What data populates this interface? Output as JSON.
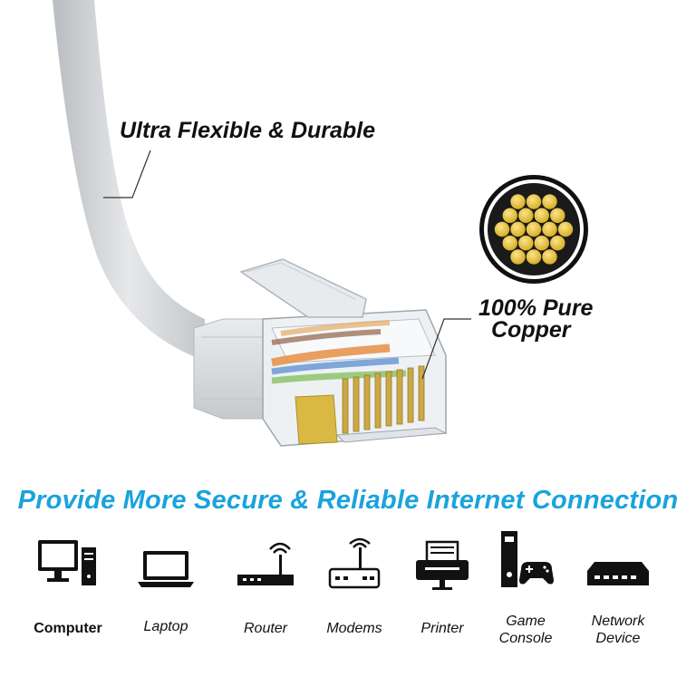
{
  "callouts": {
    "flexible": "Ultra Flexible & Durable",
    "copper_line1": "100% Pure",
    "copper_line2": "Copper"
  },
  "tagline": "Provide More Secure & Reliable Internet Connection",
  "devices": [
    {
      "icon": "computer-icon",
      "label": "Computer"
    },
    {
      "icon": "laptop-icon",
      "label": "Laptop"
    },
    {
      "icon": "router-icon",
      "label": "Router"
    },
    {
      "icon": "modem-icon",
      "label": "Modems"
    },
    {
      "icon": "printer-icon",
      "label": "Printer"
    },
    {
      "icon": "game-console-icon",
      "label_line1": "Game",
      "label_line2": "Console"
    },
    {
      "icon": "network-device-icon",
      "label_line1": "Network",
      "label_line2": "Device"
    }
  ],
  "colors": {
    "accent": "#1aa3dc",
    "cable": "#d6d8db",
    "copper": "#e8c53a"
  }
}
